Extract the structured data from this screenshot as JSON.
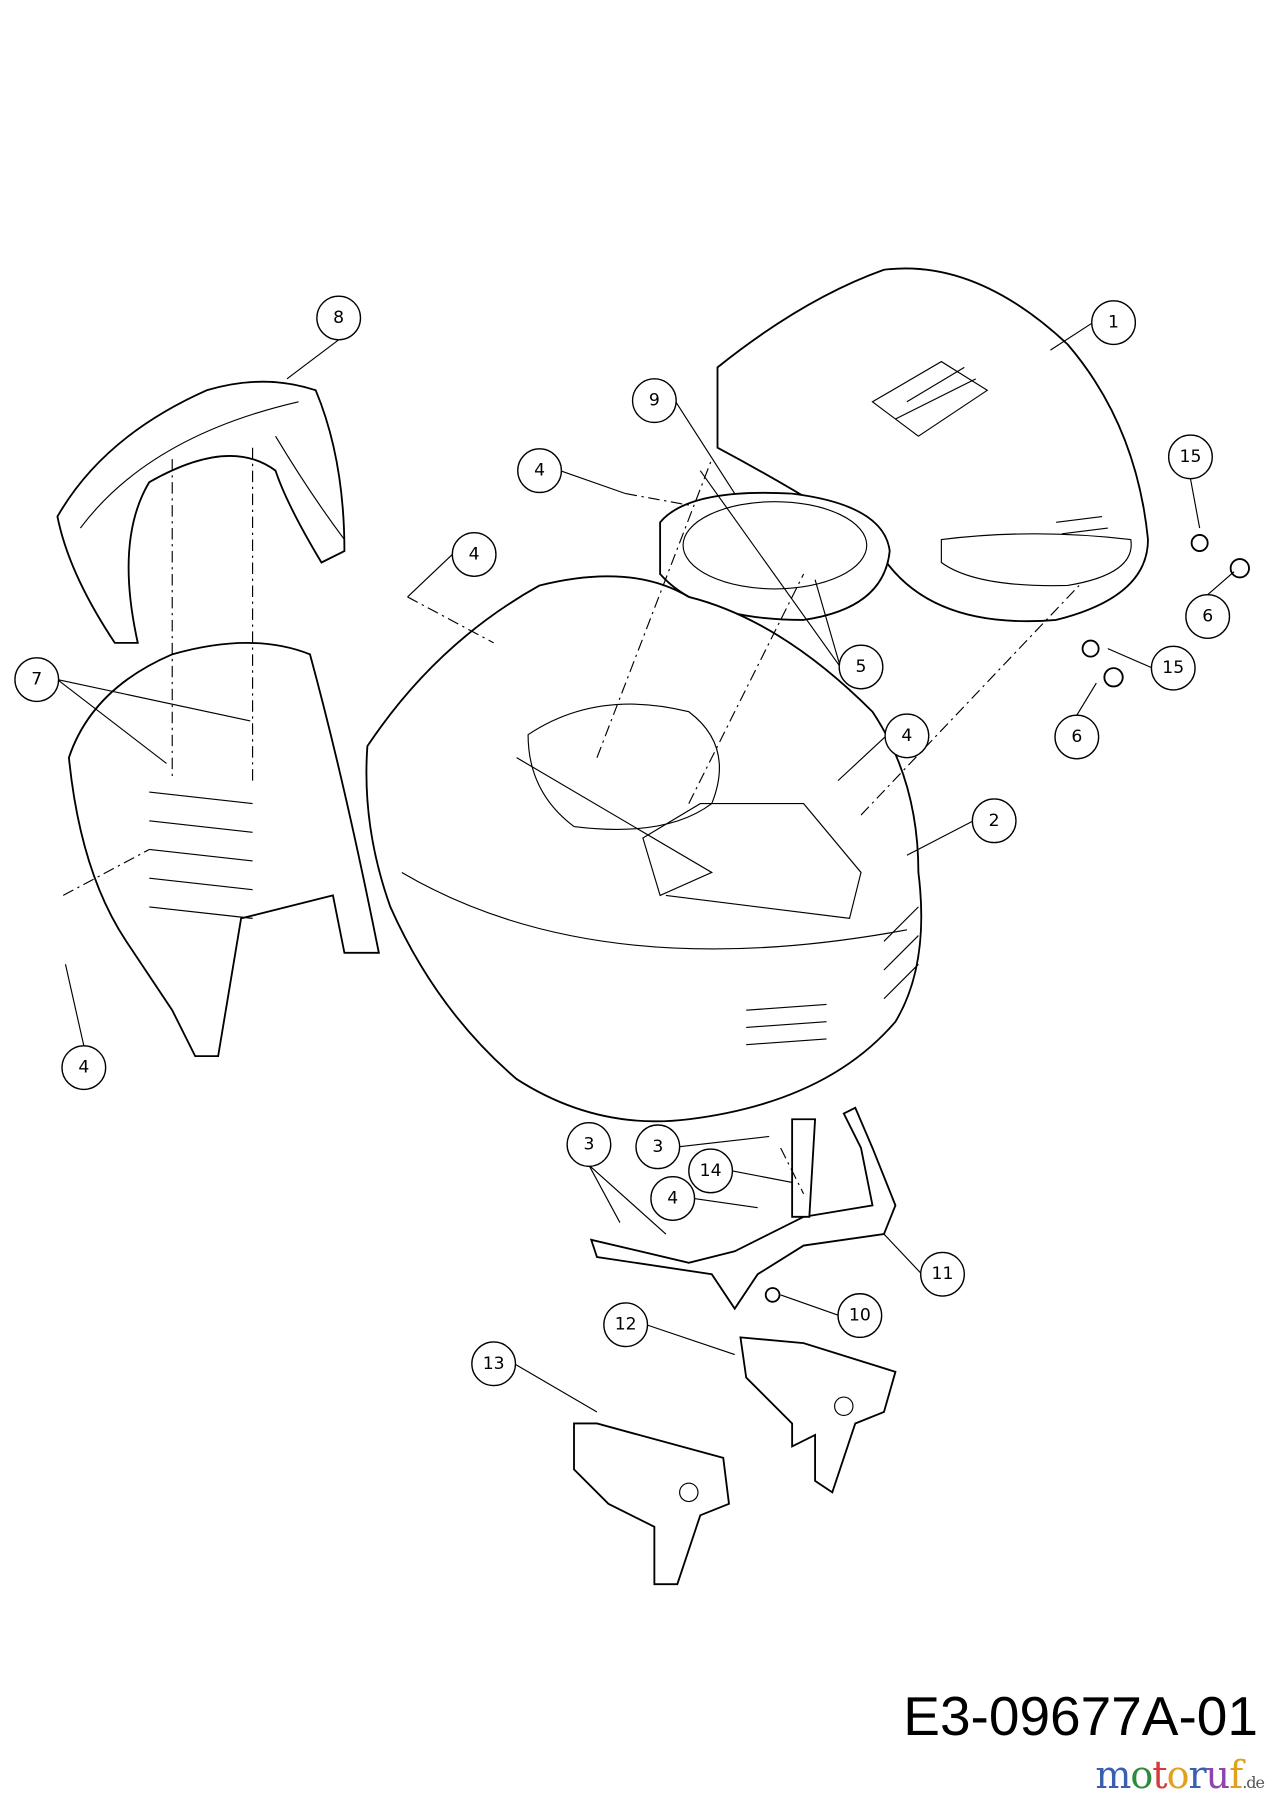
{
  "diagram_code": "E3-09677A-01",
  "watermark": {
    "text": "motoruf",
    "suffix": ".de",
    "colors": [
      "#3b5fb0",
      "#2e8b3d",
      "#d63a3a",
      "#e0a020",
      "#3b5fb0",
      "#8e44ad",
      "#e0a020"
    ]
  },
  "callouts": [
    {
      "label": "1"
    },
    {
      "label": "2"
    },
    {
      "label": "3"
    },
    {
      "label": "3"
    },
    {
      "label": "4"
    },
    {
      "label": "4"
    },
    {
      "label": "4"
    },
    {
      "label": "4"
    },
    {
      "label": "4"
    },
    {
      "label": "5"
    },
    {
      "label": "6"
    },
    {
      "label": "6"
    },
    {
      "label": "7"
    },
    {
      "label": "8"
    },
    {
      "label": "9"
    },
    {
      "label": "10"
    },
    {
      "label": "11"
    },
    {
      "label": "12"
    },
    {
      "label": "13"
    },
    {
      "label": "14"
    },
    {
      "label": "15"
    },
    {
      "label": "15"
    }
  ]
}
